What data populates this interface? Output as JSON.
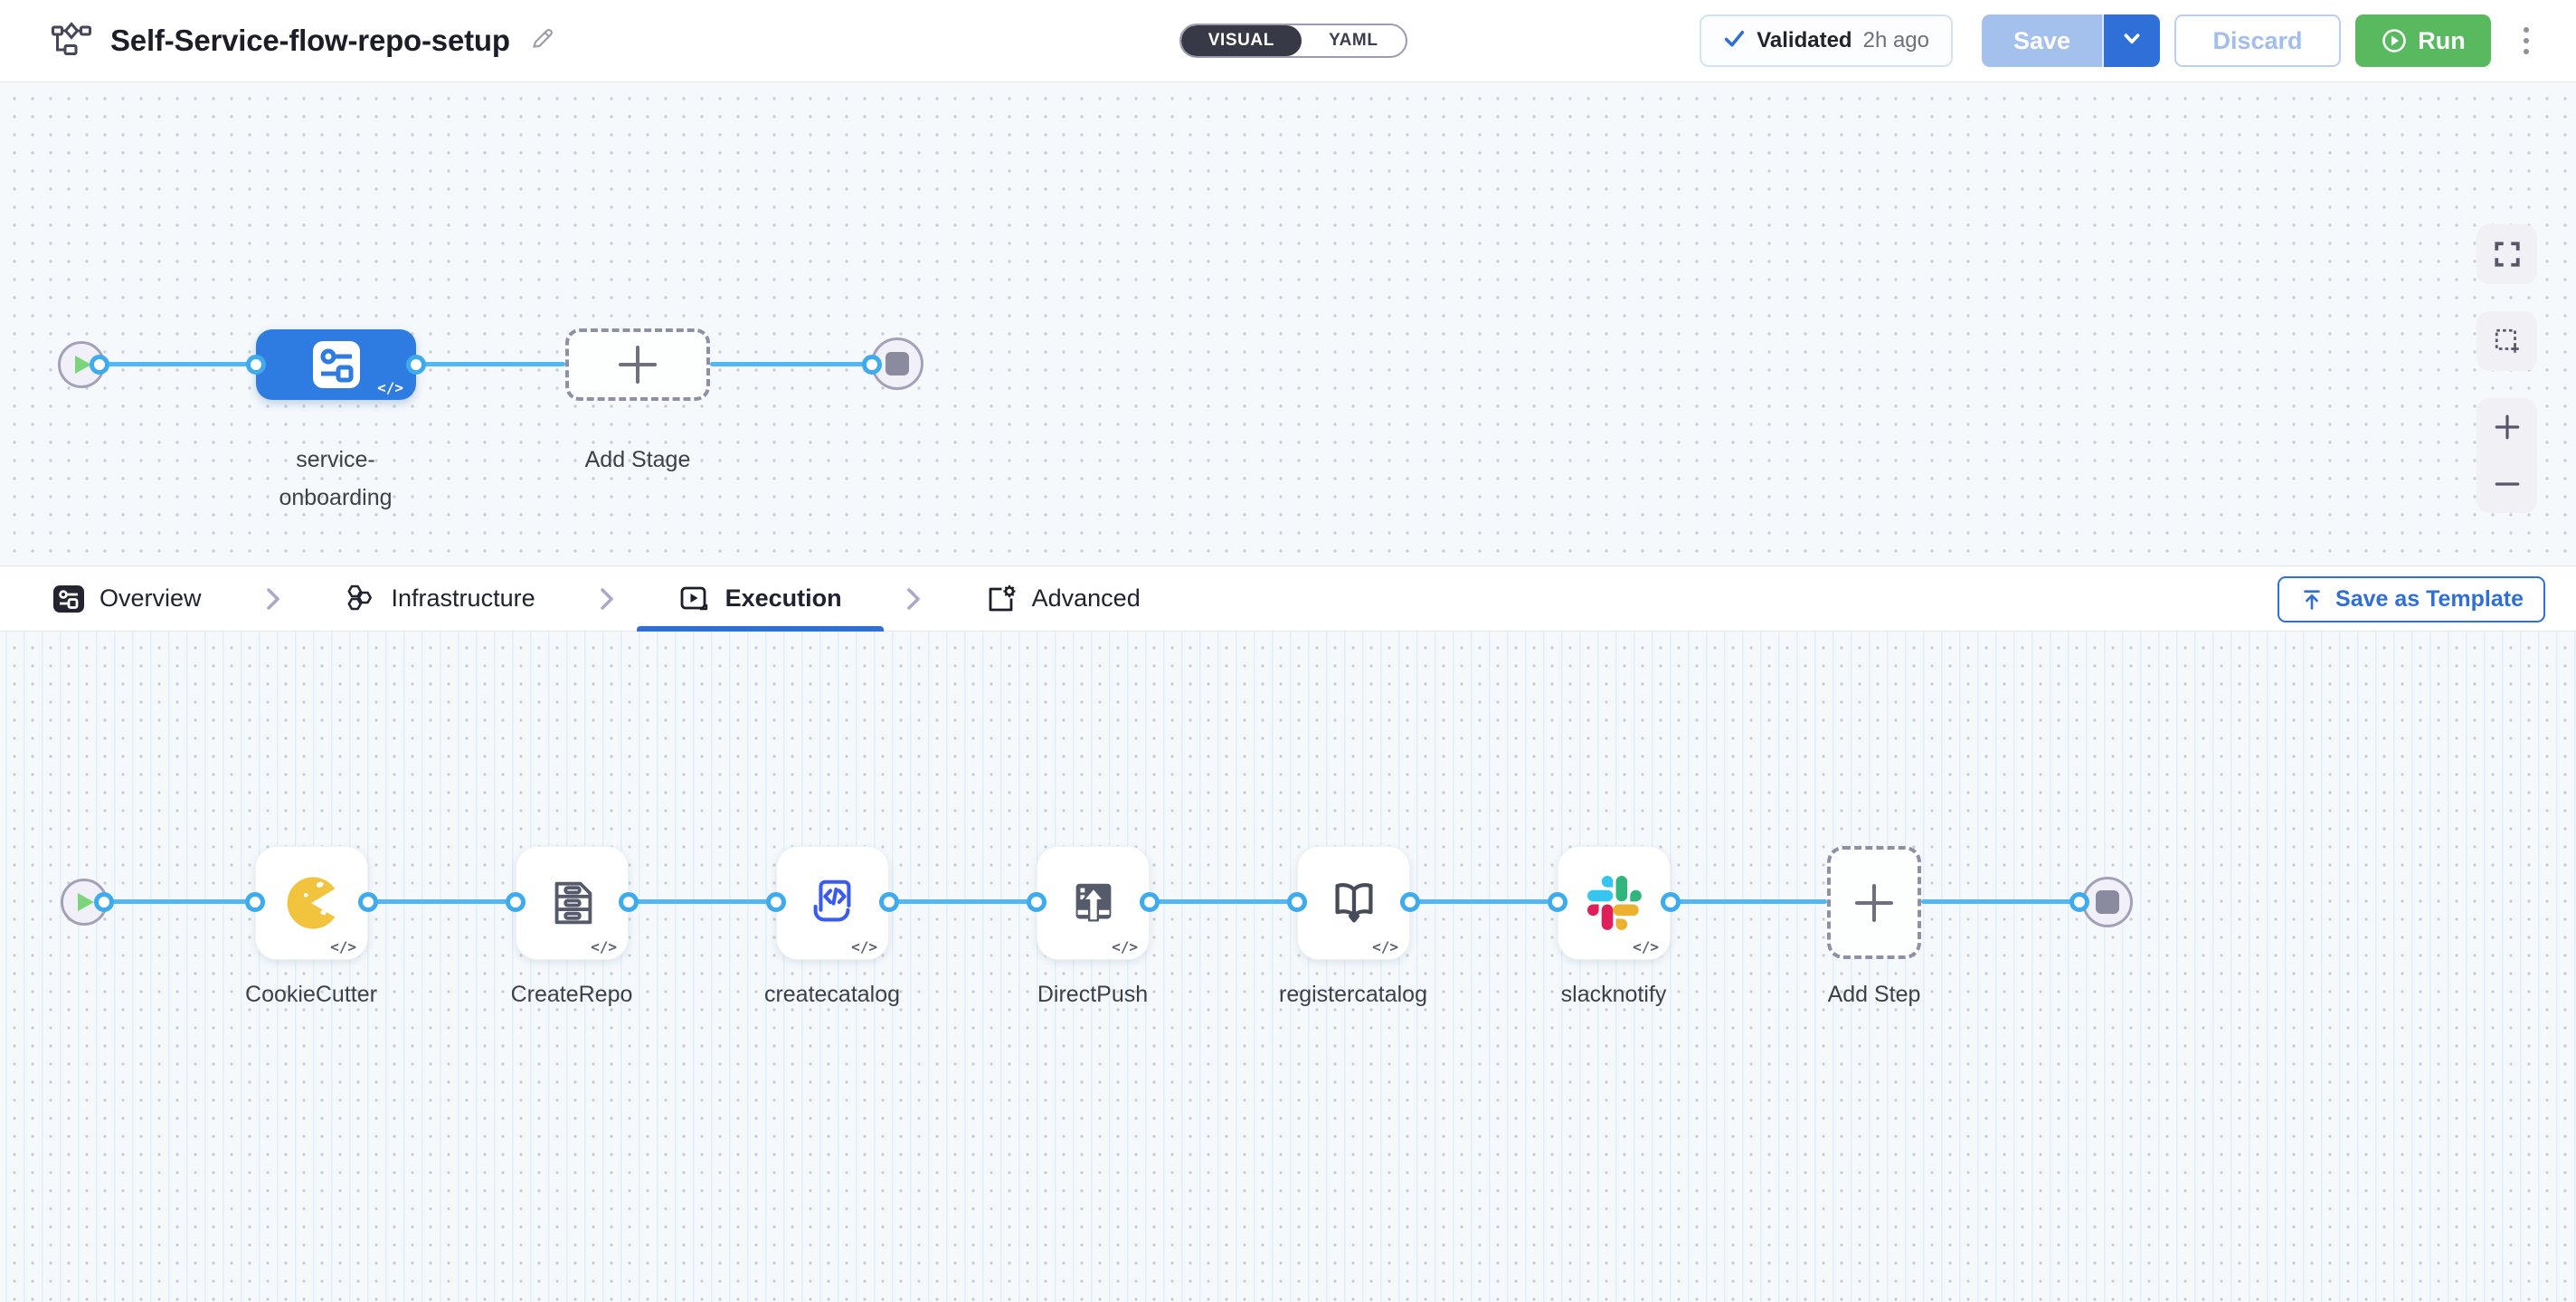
{
  "header": {
    "title": "Self-Service-flow-repo-setup",
    "mode_toggle": {
      "visual_label": "VISUAL",
      "yaml_label": "YAML",
      "selected": "VISUAL"
    },
    "validation": {
      "label": "Validated",
      "time": "2h ago"
    },
    "buttons": {
      "save": "Save",
      "discard": "Discard",
      "run": "Run"
    }
  },
  "stage_canvas": {
    "stage_label_line1": "service-",
    "stage_label_line2": "onboarding",
    "add_stage_label": "Add Stage",
    "code_badge": "</>"
  },
  "tabs": {
    "items": [
      {
        "label": "Overview"
      },
      {
        "label": "Infrastructure"
      },
      {
        "label": "Execution",
        "active": true
      },
      {
        "label": "Advanced"
      }
    ],
    "save_as_template": "Save as Template"
  },
  "execution_canvas": {
    "steps": [
      {
        "label": "CookieCutter"
      },
      {
        "label": "CreateRepo"
      },
      {
        "label": "createcatalog"
      },
      {
        "label": "DirectPush"
      },
      {
        "label": "registercatalog"
      },
      {
        "label": "slacknotify"
      }
    ],
    "add_step_label": "Add Step",
    "code_badge": "</>"
  },
  "colors": {
    "accent_blue": "#2f6fd6",
    "stage_blue": "#2e7ce1",
    "connector_blue": "#54b7f1",
    "run_green": "#58b95e",
    "canvas_bg": "#f5f9fc"
  }
}
